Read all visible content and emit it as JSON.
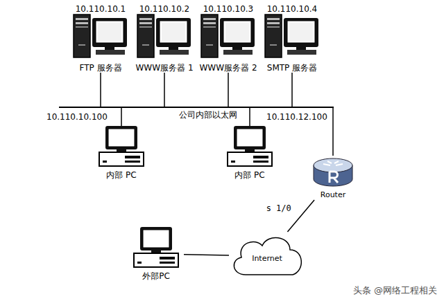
{
  "diagram": {
    "nodes": [
      {
        "text": [
          "10.110.10.1",
          "FTP 服务器"
        ]
      },
      {
        "text": [
          "10.110.10.2",
          "WWW服务器 1"
        ]
      },
      {
        "text": [
          "10.110.10.3",
          "WWW服务器 2"
        ]
      },
      {
        "text": [
          "10.110.10.4",
          "SMTP 服务器"
        ]
      },
      {
        "text": [
          "公司内部以太网"
        ]
      },
      {
        "text": [
          "10.110.10.100",
          "内部 PC"
        ]
      },
      {
        "text": [
          "10.110.12.100",
          "内部 PC"
        ]
      },
      {
        "text": [
          "Router"
        ]
      },
      {
        "text": [
          "Internet"
        ]
      },
      {
        "text": [
          "外部PC"
        ]
      }
    ],
    "edges": [
      {
        "from": 0,
        "to": 4,
        "arrow": "none"
      },
      {
        "from": 1,
        "to": 4,
        "arrow": "none"
      },
      {
        "from": 2,
        "to": 4,
        "arrow": "none"
      },
      {
        "from": 3,
        "to": 4,
        "arrow": "none"
      },
      {
        "from": 4,
        "to": 5,
        "arrow": "none"
      },
      {
        "from": 4,
        "to": 6,
        "arrow": "none"
      },
      {
        "from": 4,
        "to": 7,
        "arrow": "none"
      },
      {
        "from": 7,
        "to": 8,
        "label": "s 1/0",
        "arrow": "none"
      },
      {
        "from": 8,
        "to": 9,
        "arrow": "none"
      }
    ],
    "labels": [
      "头条 @网络工程相关"
    ]
  }
}
